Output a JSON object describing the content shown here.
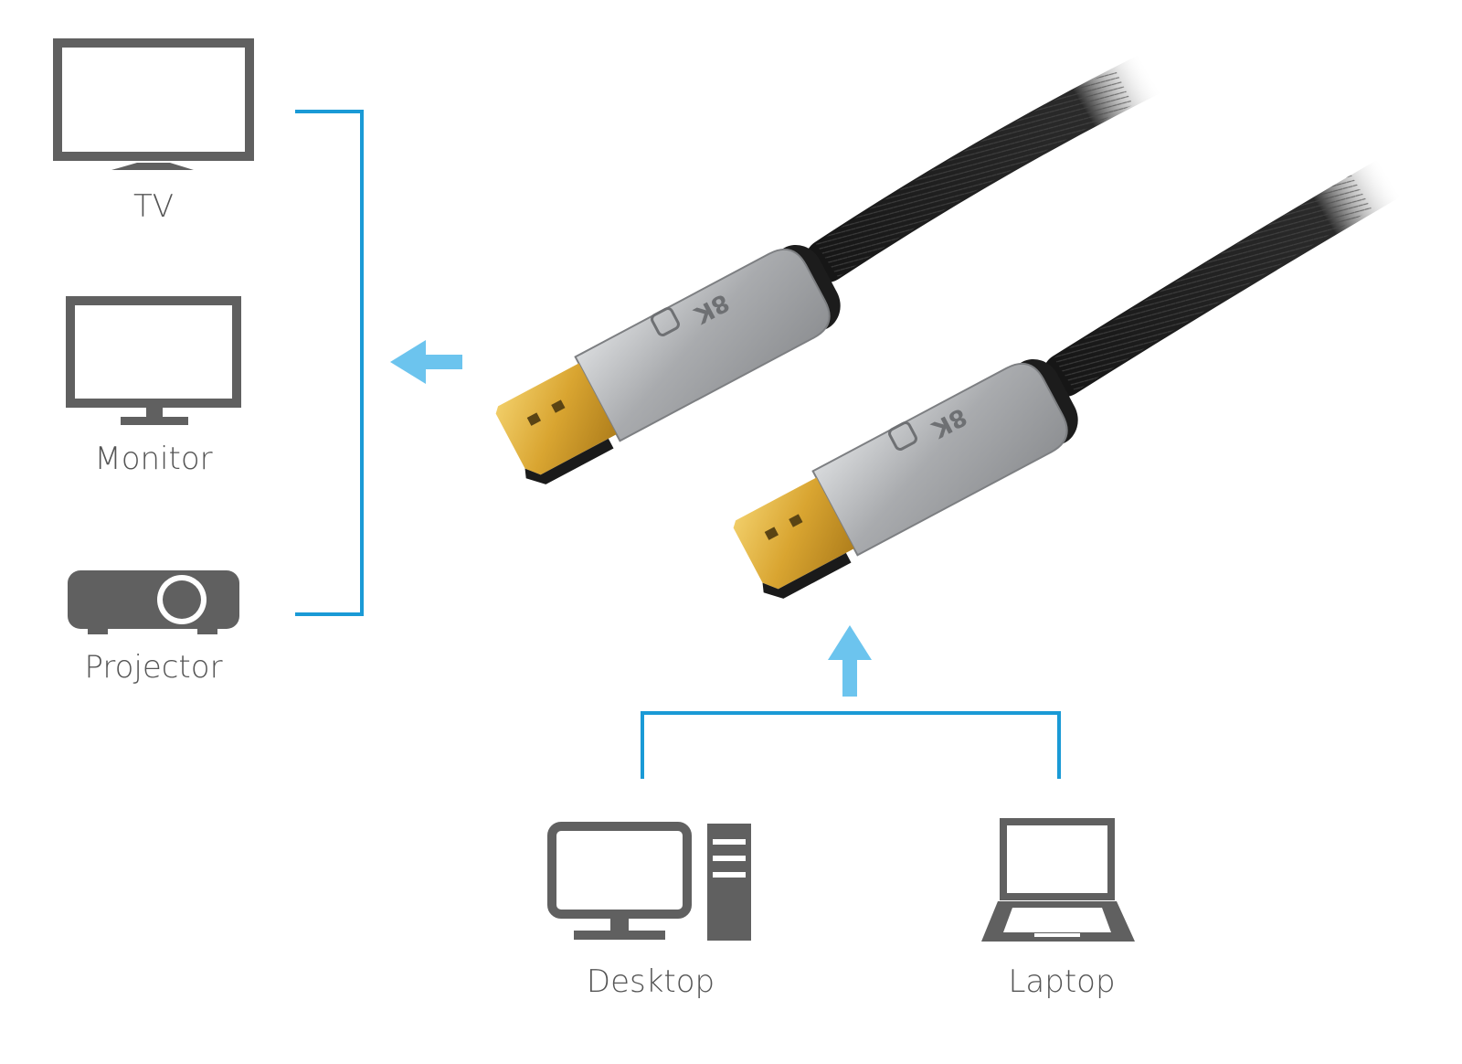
{
  "devices": {
    "tv": {
      "label": "TV"
    },
    "monitor": {
      "label": "Monitor"
    },
    "projector": {
      "label": "Projector"
    },
    "desktop": {
      "label": "Desktop"
    },
    "laptop": {
      "label": "Laptop"
    }
  },
  "cable": {
    "badge": "8K"
  },
  "colors": {
    "connector_line": "#1a9ad6",
    "arrow": "#6cc4ee",
    "icon": "#606060",
    "label": "#555555",
    "gold": "#e0b040",
    "silver": "#b8babc"
  }
}
